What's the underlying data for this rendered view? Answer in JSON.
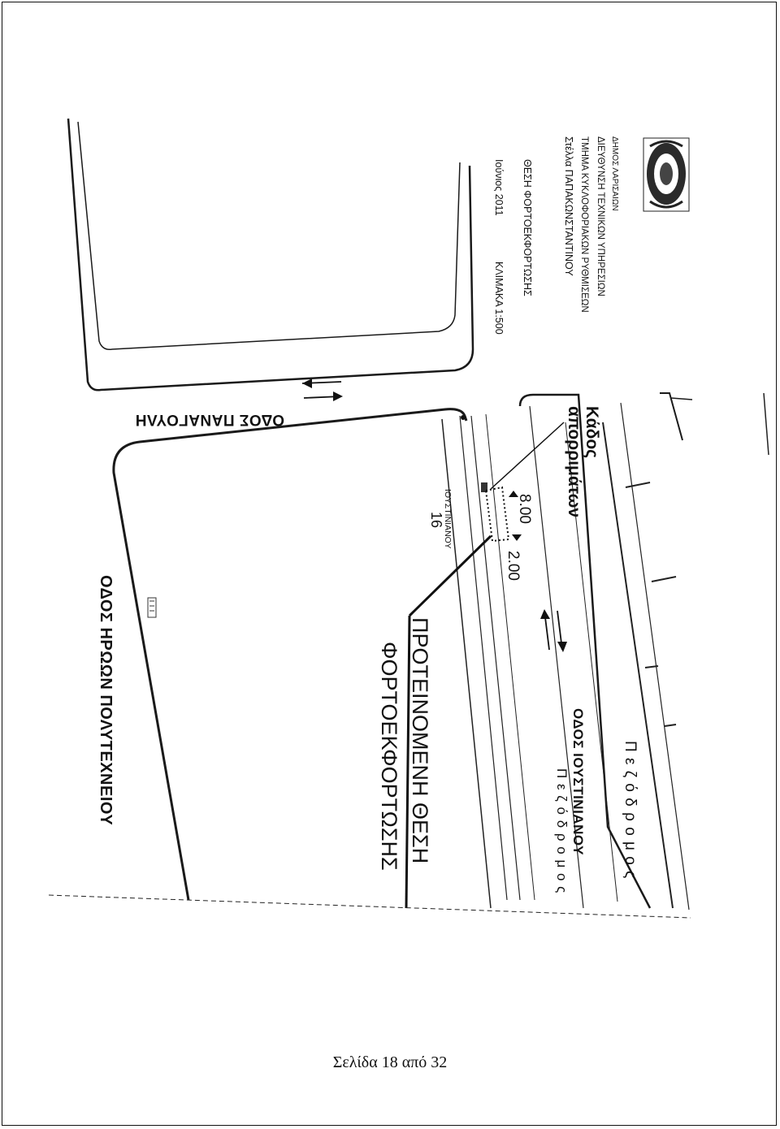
{
  "header": {
    "municipality": "ΔΗΜΟΣ ΛΑΡΙΣΑΙΩΝ",
    "directorate": "ΔΙΕΥΘΥΝΣΗ ΤΕΧΝΙΚΩΝ ΥΠΗΡΕΣΙΩΝ",
    "department": "ΤΜΗΜΑ ΚΥΚΛΟΦΟΡΙΑΚΩΝ ΡΥΘΜΙΣΕΩΝ",
    "person": "Στέλλα ΠΑΠΑΚΩΝΣΤΑΝΤΙΝΟΥ",
    "subject": "ΘΕΣΗ ΦΟΡΤΟΕΚΦΟΡΤΩΣΗΣ",
    "date": "Ιούνιος 2011",
    "scale": "ΚΛΙΜΑΚΑ 1:500"
  },
  "streets": {
    "panagouli": "ΟΔΟΣ ΠΑΝΑΓΟΥΛΗ",
    "iroon_polytechneiou": "ΟΔΟΣ ΗΡΩΩΝ ΠΟΛΥΤΕΧΝΕΙΟΥ",
    "ioustinianou": "ΟΔΟΣ ΙΟΥΣΤΙΝΙΑΝΟΥ"
  },
  "labels": {
    "sidewalk_top": "Π ε ζ ό δ ρ ο μ ο ς",
    "sidewalk_bottom": "Π ε ζ ό δ ρ ο μ ο ς",
    "bin_line1": "Κάδος",
    "bin_line2": "απορριμάτων",
    "proposed_line1": "ΠΡΟΤΕΙΝΟΜΕΝΗ ΘΕΣΗ",
    "proposed_line2": "ΦΟΡΤΟΕΚΦΟΡΤΩΣΗΣ",
    "address_street": "ΙΟΥΣΤΙΝΙΑΝΟΥ",
    "address_number": "16",
    "dim_length": "8.00",
    "dim_width": "2.00"
  },
  "footer": {
    "page": "Σελίδα 18 από 32"
  }
}
